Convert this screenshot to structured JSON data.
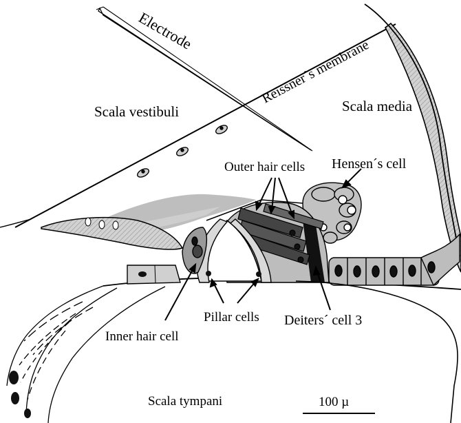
{
  "labels": {
    "electrode": "Electrode",
    "reissner": "Reissner´s membrane",
    "scala_vestibuli": "Scala vestibuli",
    "scala_media": "Scala media",
    "outer_hair_cells": "Outer hair cells",
    "hensens_cell": "Hensen´s cell",
    "pillar_cells": "Pillar cells",
    "deiters_cell": "Deiters´ cell 3",
    "inner_hair_cell": "Inner hair cell",
    "scala_tympani": "Scala tympani",
    "scale_bar": "100  µ"
  },
  "colors": {
    "ink": "#000000",
    "tissue_light": "#cfcfcf",
    "tissue_mid": "#a8a8a8",
    "tissue_dark": "#555555",
    "nucleus": "#111111",
    "background": "#ffffff"
  }
}
